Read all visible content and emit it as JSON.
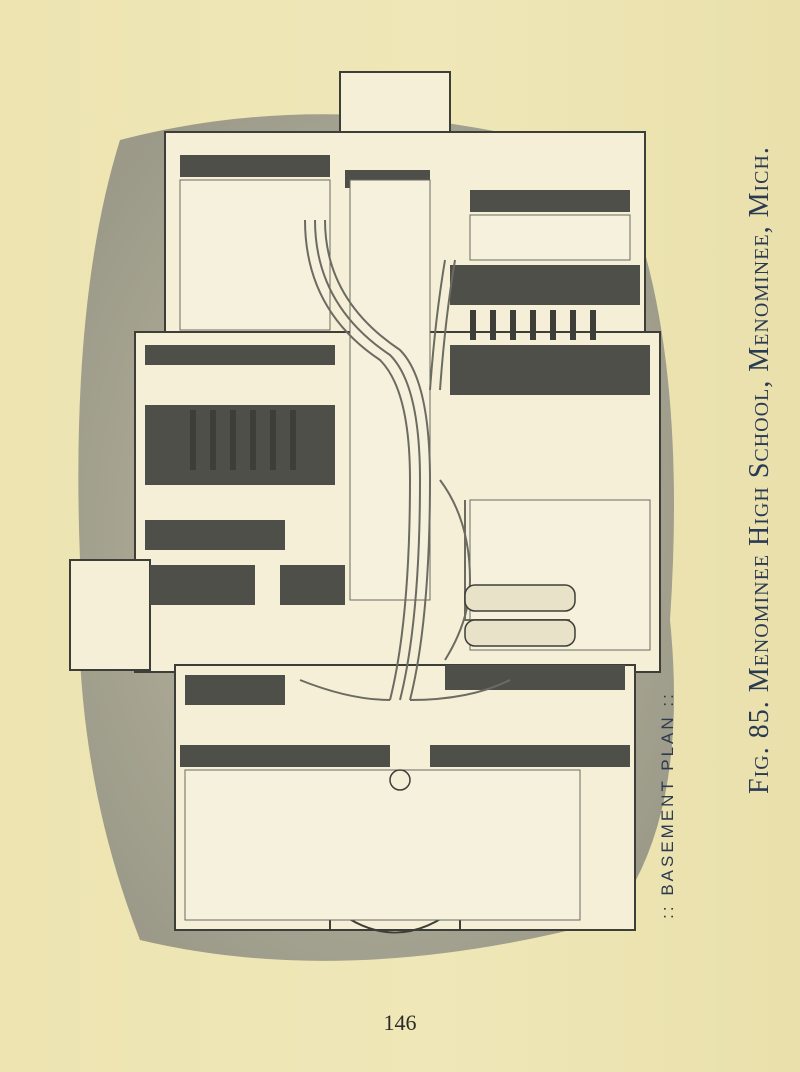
{
  "figure": {
    "caption": "Fig. 85.  Menominee High School, Menominee, Mich.",
    "plan_label": ":: BASEMENT PLAN ::"
  },
  "page_number": "146",
  "colors": {
    "paper": "#efe6b5",
    "ink": "#2b3a53",
    "wall_light": "#f4efd6",
    "wall_shadow": "#4a4a44",
    "ground_shade": "#9a9a8c"
  }
}
